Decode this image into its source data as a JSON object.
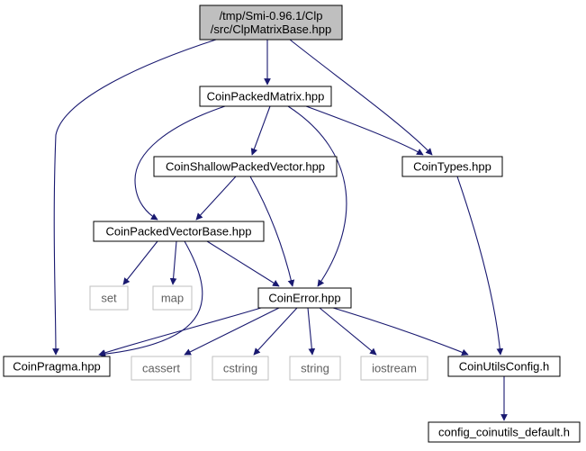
{
  "colors": {
    "edge": "#191970",
    "node_border": "#000000",
    "missing_border": "#bfbfbf",
    "root_fill": "#bfbfbf",
    "node_fill": "#ffffff",
    "text": "#000000",
    "missing_text": "#5f5f5f"
  },
  "nodes": [
    {
      "id": "root",
      "lines": [
        "/tmp/Smi-0.96.1/Clp",
        "/src/ClpMatrixBase.hpp"
      ],
      "kind": "root"
    },
    {
      "id": "packed_matrix",
      "lines": [
        "CoinPackedMatrix.hpp"
      ],
      "kind": "file"
    },
    {
      "id": "shallow_vector",
      "lines": [
        "CoinShallowPackedVector.hpp"
      ],
      "kind": "file"
    },
    {
      "id": "types",
      "lines": [
        "CoinTypes.hpp"
      ],
      "kind": "file"
    },
    {
      "id": "vector_base",
      "lines": [
        "CoinPackedVectorBase.hpp"
      ],
      "kind": "file"
    },
    {
      "id": "set",
      "lines": [
        "set"
      ],
      "kind": "missing"
    },
    {
      "id": "map",
      "lines": [
        "map"
      ],
      "kind": "missing"
    },
    {
      "id": "error",
      "lines": [
        "CoinError.hpp"
      ],
      "kind": "file"
    },
    {
      "id": "pragma",
      "lines": [
        "CoinPragma.hpp"
      ],
      "kind": "file"
    },
    {
      "id": "cassert",
      "lines": [
        "cassert"
      ],
      "kind": "missing"
    },
    {
      "id": "cstring",
      "lines": [
        "cstring"
      ],
      "kind": "missing"
    },
    {
      "id": "string",
      "lines": [
        "string"
      ],
      "kind": "missing"
    },
    {
      "id": "iostream",
      "lines": [
        "iostream"
      ],
      "kind": "missing"
    },
    {
      "id": "utils_config",
      "lines": [
        "CoinUtilsConfig.h"
      ],
      "kind": "file"
    },
    {
      "id": "config_default",
      "lines": [
        "config_coinutils_default.h"
      ],
      "kind": "file"
    }
  ],
  "edges": [
    {
      "from": "root",
      "to": "packed_matrix"
    },
    {
      "from": "root",
      "to": "pragma"
    },
    {
      "from": "root",
      "to": "types"
    },
    {
      "from": "packed_matrix",
      "to": "shallow_vector"
    },
    {
      "from": "packed_matrix",
      "to": "vector_base"
    },
    {
      "from": "packed_matrix",
      "to": "types"
    },
    {
      "from": "packed_matrix",
      "to": "error"
    },
    {
      "from": "shallow_vector",
      "to": "vector_base"
    },
    {
      "from": "shallow_vector",
      "to": "error"
    },
    {
      "from": "vector_base",
      "to": "set"
    },
    {
      "from": "vector_base",
      "to": "map"
    },
    {
      "from": "vector_base",
      "to": "error"
    },
    {
      "from": "vector_base",
      "to": "pragma"
    },
    {
      "from": "error",
      "to": "pragma"
    },
    {
      "from": "error",
      "to": "cassert"
    },
    {
      "from": "error",
      "to": "cstring"
    },
    {
      "from": "error",
      "to": "string"
    },
    {
      "from": "error",
      "to": "iostream"
    },
    {
      "from": "error",
      "to": "utils_config"
    },
    {
      "from": "types",
      "to": "utils_config"
    },
    {
      "from": "utils_config",
      "to": "config_default"
    }
  ]
}
